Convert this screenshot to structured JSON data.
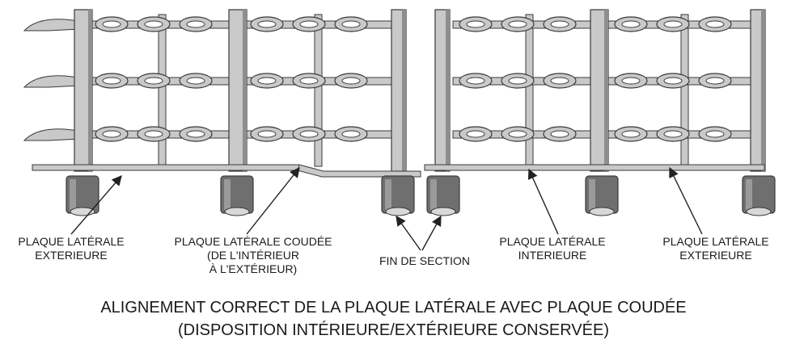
{
  "labels": {
    "outer_left_line1": "PLAQUE LATÉRALE",
    "outer_left_line2": "EXTERIEURE",
    "bent_line1": "PLAQUE LATÉRALE COUDÉE",
    "bent_line2": "(DE L'INTÉRIEUR",
    "bent_line3": "À L'EXTÉRIEUR)",
    "section_end": "FIN DE SECTION",
    "inner_line1": "PLAQUE LATÉRALE",
    "inner_line2": "INTERIEURE",
    "outer_right_line1": "PLAQUE LATÉRALE",
    "outer_right_line2": "EXTERIEURE"
  },
  "caption": {
    "line1": "ALIGNEMENT CORRECT DE LA PLAQUE LATÉRALE AVEC PLAQUE COUDÉE",
    "line2": "(DISPOSITION INTÉRIEURE/EXTÉRIEURE CONSERVÉE)"
  },
  "colors": {
    "metal": "#c9c9c9",
    "metal_dark": "#8e8e8e",
    "outline": "#3a3a3a",
    "sprocket": "#6f6f6f",
    "arrow": "#222222"
  }
}
